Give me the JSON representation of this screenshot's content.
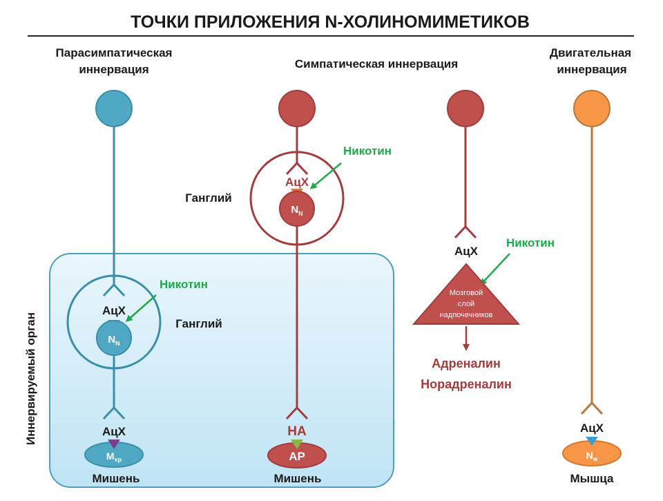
{
  "title": "ТОЧКИ ПРИЛОЖЕНИЯ N-ХОЛИНОМИМЕТИКОВ",
  "columns": {
    "parasympathetic": {
      "line1": "Парасимпатическая",
      "line2": "иннервация"
    },
    "sympathetic": {
      "label": "Симпатическая иннервация"
    },
    "motor": {
      "line1": "Двигательная",
      "line2": "иннервация"
    }
  },
  "organ_label": "Иннервируемый орган",
  "ganglion_label": "Ганглий",
  "nicotine_label": "Никотин",
  "mediators": {
    "ach": "АцХ",
    "na": "НА"
  },
  "receptors": {
    "nn": {
      "main": "N",
      "sub": "N"
    },
    "mchr": {
      "main": "М",
      "sub": "хр"
    },
    "ar": "АР",
    "nm": {
      "main": "N",
      "sub": "м"
    }
  },
  "adrenal": {
    "line1": "Мозговой",
    "line2": "слой",
    "line3": "надпочечников"
  },
  "hormones": {
    "adrenaline": "Адреналин",
    "noradrenaline": "Норадреналин"
  },
  "targets": {
    "target": "Мишень",
    "muscle": "Мышца"
  },
  "colors": {
    "para": "#3a8fa8",
    "para_fill": "#4fa9c4",
    "symp": "#a33c3c",
    "symp_fill": "#c0504d",
    "motor": "#b8773e",
    "motor_fill": "#f79646",
    "nicotine": "#1eaa4b",
    "receptor_orange": "#e8742a",
    "receptor_purple": "#7a3e8c",
    "receptor_green": "#8db64a",
    "receptor_blue": "#3c9bd0",
    "organ_bg": "#cdeaf7"
  }
}
